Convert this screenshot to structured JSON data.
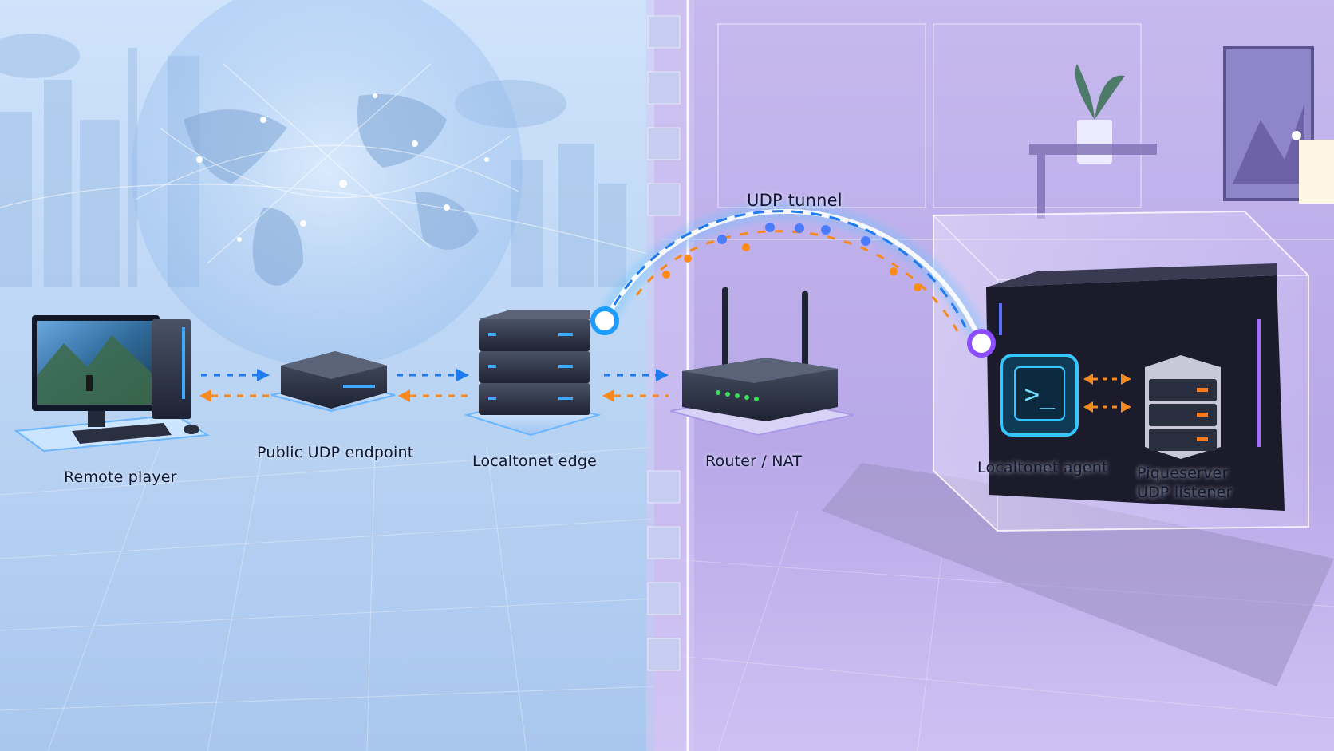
{
  "diagram": {
    "tunnel_label": "UDP tunnel",
    "nodes": [
      {
        "id": "remote-player",
        "label": "Remote player"
      },
      {
        "id": "public-udp-endpoint",
        "label": "Public UDP endpoint"
      },
      {
        "id": "localtonet-edge",
        "label": "Localtonet edge"
      },
      {
        "id": "router-nat",
        "label": "Router / NAT"
      },
      {
        "id": "localtonet-agent",
        "label": "Localtonet agent"
      },
      {
        "id": "piqueserver-udp-listener",
        "label_line1": "Piqueserver",
        "label_line2": "UDP listener"
      }
    ],
    "terminal_prompt": ">_"
  },
  "colors": {
    "request_flow": "#1f7cf0",
    "response_flow": "#f58a1f",
    "tunnel_glow": "#4aa8ff",
    "left_zone": "#bcd6f5",
    "right_zone": "#c4b4ee",
    "agent_accent": "#35c6ff",
    "server_accent": "#ff7a1a"
  }
}
